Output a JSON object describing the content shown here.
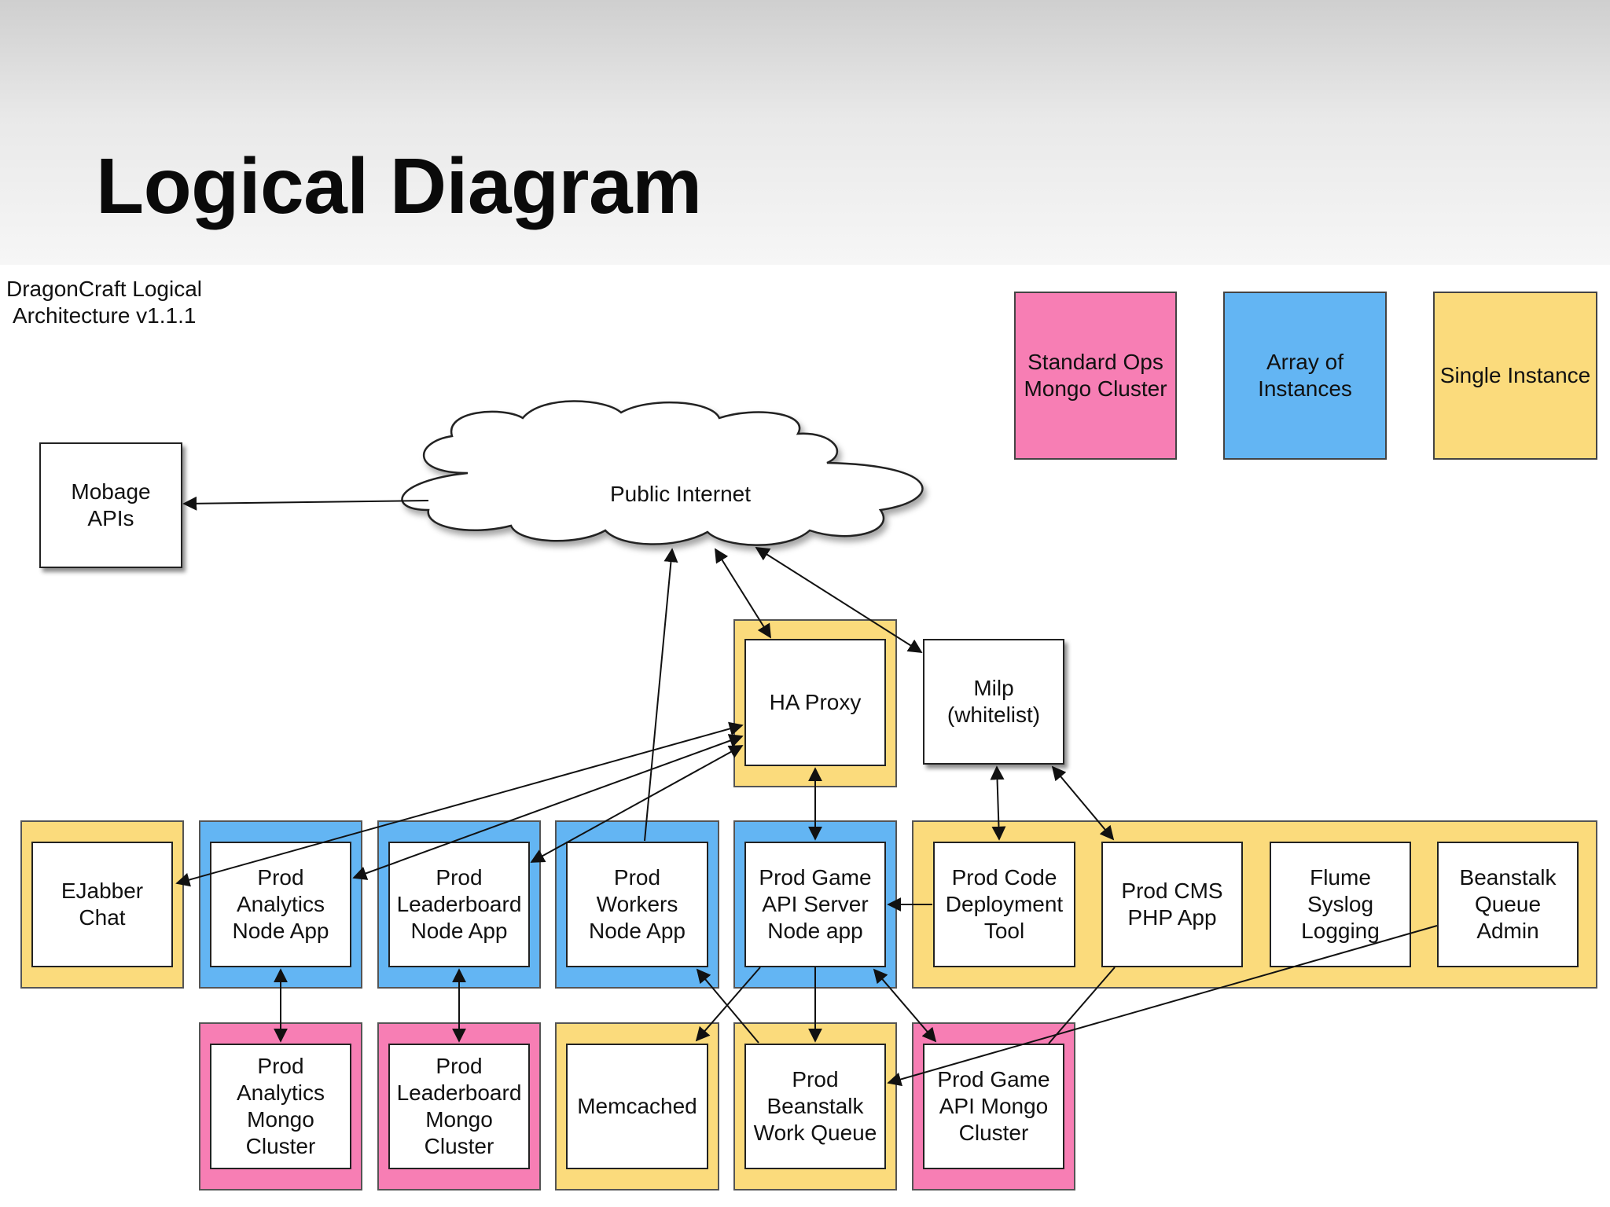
{
  "slide": {
    "title": "Logical Diagram"
  },
  "diagram": {
    "caption": [
      "DragonCraft Logical",
      "Architecture v1.1.1"
    ],
    "legend": {
      "pink": [
        "Standard Ops",
        "Mongo Cluster"
      ],
      "blue": [
        "Array of",
        "Instances"
      ],
      "yellow": [
        "Single Instance"
      ]
    },
    "colors": {
      "pink": "#f77eb4",
      "blue": "#63b5f3",
      "yellow": "#fbdb7c"
    },
    "nodes": {
      "mobage": [
        "Mobage",
        "APIs"
      ],
      "internet": [
        "Public Internet"
      ],
      "haproxy": [
        "HA Proxy"
      ],
      "milp": [
        "Milp",
        "(whitelist)"
      ],
      "ejabber": [
        "EJabber",
        "Chat"
      ],
      "analytics_app": [
        "Prod",
        "Analytics",
        "Node App"
      ],
      "leaderboard_app": [
        "Prod",
        "Leaderboard",
        "Node App"
      ],
      "workers_app": [
        "Prod",
        "Workers",
        "Node App"
      ],
      "game_api": [
        "Prod Game",
        "API Server",
        "Node app"
      ],
      "code_deploy": [
        "Prod Code",
        "Deployment",
        "Tool"
      ],
      "cms": [
        "Prod CMS",
        "PHP App"
      ],
      "flume": [
        "Flume",
        "Syslog",
        "Logging"
      ],
      "beanstalk_admin": [
        "Beanstalk",
        "Queue",
        "Admin"
      ],
      "analytics_mongo": [
        "Prod",
        "Analytics",
        "Mongo",
        "Cluster"
      ],
      "leaderboard_mongo": [
        "Prod",
        "Leaderboard",
        "Mongo",
        "Cluster"
      ],
      "memcached": [
        "Memcached"
      ],
      "beanstalk_queue": [
        "Prod",
        "Beanstalk",
        "Work Queue"
      ],
      "game_mongo": [
        "Prod Game",
        "API Mongo",
        "Cluster"
      ]
    }
  }
}
